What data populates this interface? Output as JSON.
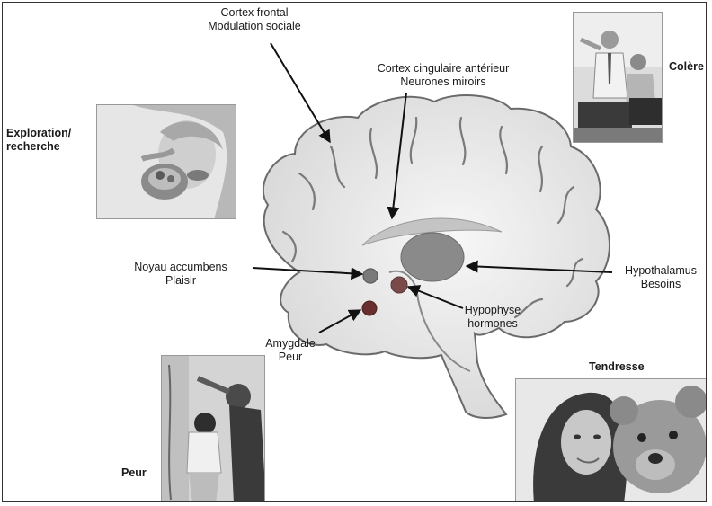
{
  "labels": {
    "cortex_frontal": "Cortex frontal",
    "modulation_sociale": "Modulation sociale",
    "cortex_cingulaire": "Cortex cingulaire antérieur",
    "neurones_miroirs": "Neurones miroirs",
    "noyau_accumbens": "Noyau accumbens",
    "plaisir": "Plaisir",
    "hypothalamus": "Hypothalamus",
    "besoins": "Besoins",
    "hypophyse": "Hypophyse",
    "hormones": "hormones",
    "amygdale": "Amygdale",
    "peur_small": "Peur"
  },
  "emotions": {
    "exploration_1": "Exploration/",
    "exploration_2": "recherche",
    "colere": "Colère",
    "peur": "Peur",
    "tendresse": "Tendresse"
  },
  "colors": {
    "brain_fill": "#e4e4e4",
    "brain_stroke": "#6a6a6a",
    "hypothalamus": "#8a8a8a",
    "accumbens": "#7a7a7a",
    "hypophyse": "#7a4a4a",
    "amygdale": "#6a2e2e",
    "arrow": "#111111"
  }
}
